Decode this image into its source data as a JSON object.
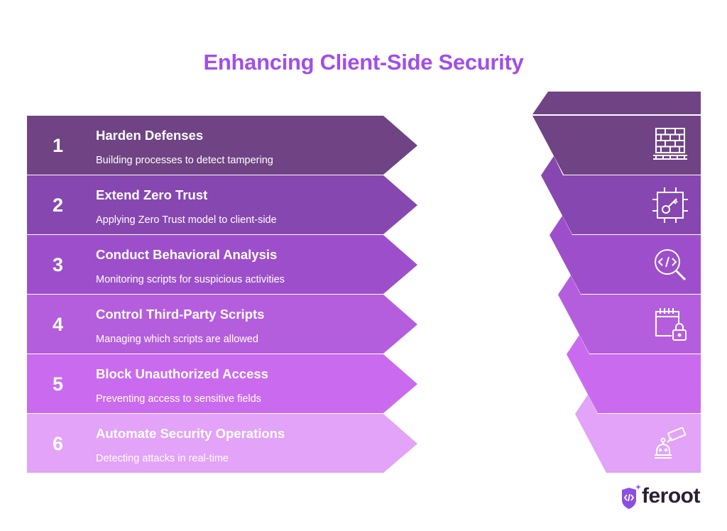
{
  "title": "Enhancing Client-Side Security",
  "colors": [
    "#6f4384",
    "#8647b0",
    "#9d4fcb",
    "#b45ede",
    "#ca6bef",
    "#e2a3f8"
  ],
  "rows": [
    {
      "number": "1",
      "title": "Harden Defenses",
      "subtitle": "Building processes to detect tampering",
      "icon": "brick-wall-icon"
    },
    {
      "number": "2",
      "title": "Extend Zero Trust",
      "subtitle": "Applying Zero Trust model to client-side",
      "icon": "key-circuit-icon"
    },
    {
      "number": "3",
      "title": "Conduct Behavioral Analysis",
      "subtitle": "Monitoring scripts for suspicious activities",
      "icon": "code-magnifier-icon"
    },
    {
      "number": "4",
      "title": "Control Third-Party Scripts",
      "subtitle": "Managing which scripts are allowed",
      "icon": "calendar-lock-icon"
    },
    {
      "number": "5",
      "title": "Block Unauthorized Access",
      "subtitle": "Preventing access to sensitive fields",
      "icon": ""
    },
    {
      "number": "6",
      "title": "Automate Security Operations",
      "subtitle": "Detecting attacks in real-time",
      "icon": "robot-camera-icon"
    }
  ],
  "logo": {
    "text": "feroot"
  }
}
